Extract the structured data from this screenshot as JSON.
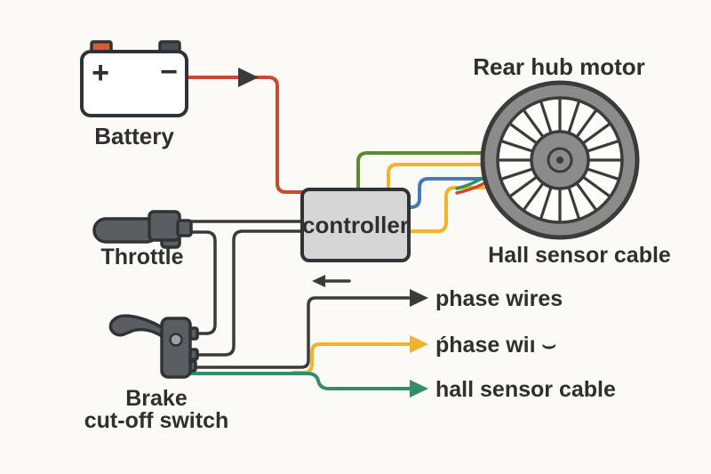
{
  "colors": {
    "background": "#fbfaf7",
    "text": "#2f2f2f",
    "component_fill": "#5a5e62",
    "component_outline": "#2f3336",
    "controller_fill": "#d6d6d6",
    "wheel_gray": "#8b8b8b",
    "wheel_outline": "#3b3b3b",
    "battery_positive_terminal": "#d95b34",
    "battery_negative_terminal": "#4a4e52",
    "wire_red": "#c94a30",
    "wire_green": "#5b8b2d",
    "wire_yellow": "#f0b42c",
    "wire_blue": "#3f7cb8",
    "wire_teal": "#2f8f68",
    "wire_black": "#3a3a3a"
  },
  "components": {
    "battery": {
      "label": "Battery",
      "positive_symbol": "+",
      "negative_symbol": "−"
    },
    "throttle": {
      "label": "Throttle"
    },
    "brake": {
      "label_line1": "Brake",
      "label_line2": "cut-off switch"
    },
    "controller": {
      "label": "controller"
    },
    "motor": {
      "label": "Rear hub motor",
      "sublabel": "Hall sensor cable"
    }
  },
  "legend": {
    "items": [
      {
        "label": "phase wires",
        "color": "#3a3a3a"
      },
      {
        "label": "ṕhase wiı ⌣",
        "color": "#f0b42c"
      },
      {
        "label": "hall sensor cable",
        "color": "#2f8f68"
      }
    ]
  }
}
